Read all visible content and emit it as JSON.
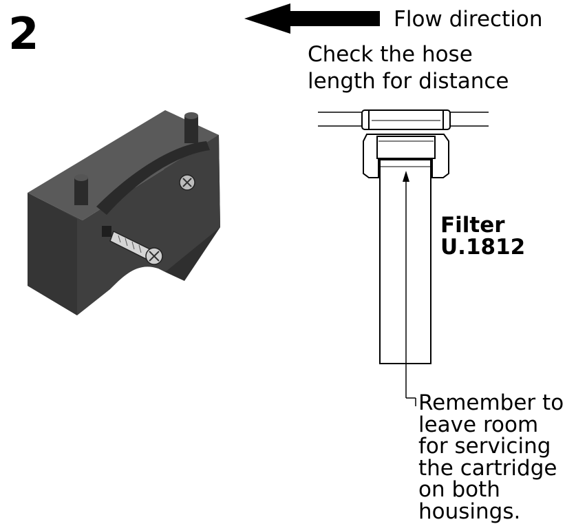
{
  "step": {
    "number": "2"
  },
  "flow": {
    "label": "Flow direction"
  },
  "hose_note": {
    "lines": [
      "Check the hose",
      "length for distance"
    ]
  },
  "filter": {
    "title": "Filter",
    "model": "U.1812"
  },
  "service_note": {
    "lines": [
      "Remember to",
      "leave room",
      "for servicing",
      "the cartridge",
      "on both",
      "housings."
    ]
  },
  "colors": {
    "ink": "#000000",
    "bracket_dark": "#3a3a3a",
    "bracket_mid": "#4a4a4a",
    "bracket_light": "#5c5c5c",
    "screw": "#c8c8c8"
  }
}
